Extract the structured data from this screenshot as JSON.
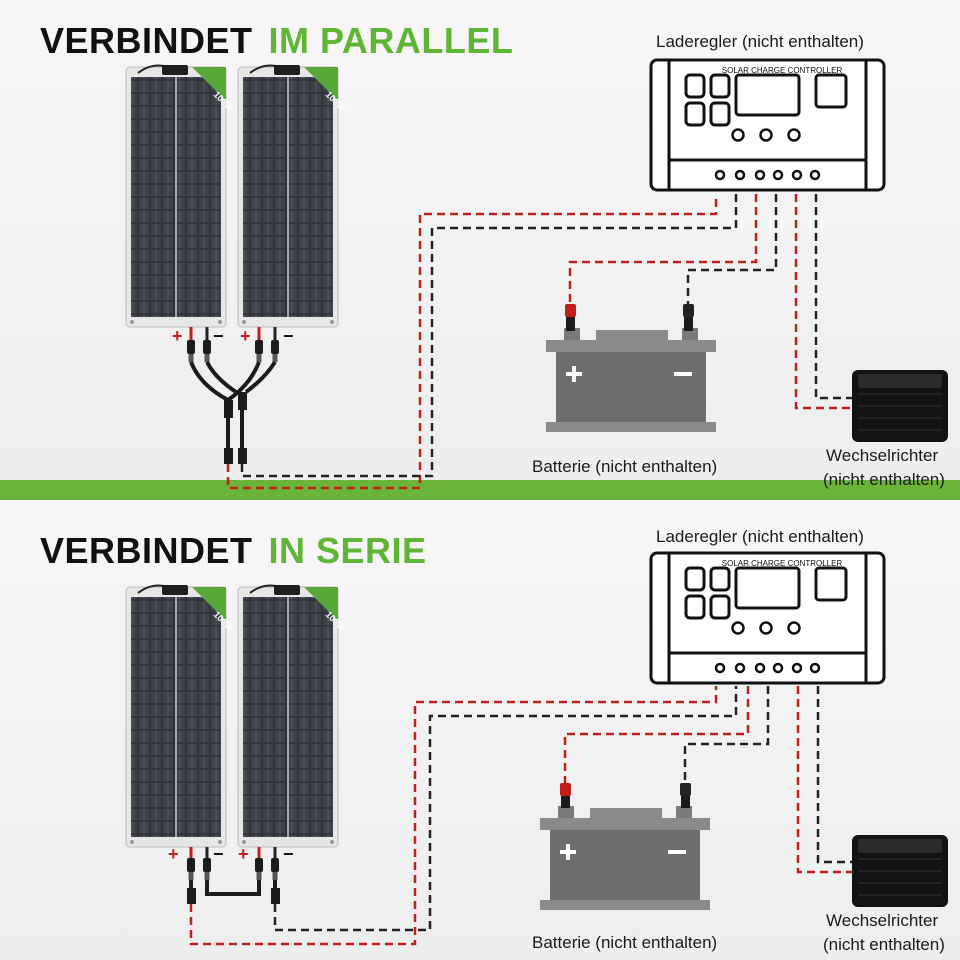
{
  "parallel": {
    "heading_black": "VERBINDET",
    "heading_green": "IM PARALLEL",
    "controller_label": "Laderegler (nicht enthalten)",
    "controller_panel_text": "SOLAR CHARGE CONTROLLER",
    "battery_label": "Batterie (nicht enthalten)",
    "inverter_label_line1": "Wechselrichter",
    "inverter_label_line2": "(nicht enthalten)",
    "panel_badge": "100W"
  },
  "series": {
    "heading_black": "VERBINDET",
    "heading_green": "IN SERIE",
    "controller_label": "Laderegler (nicht enthalten)",
    "controller_panel_text": "SOLAR CHARGE CONTROLLER",
    "battery_label": "Batterie (nicht enthalten)",
    "inverter_label_line1": "Wechselrichter",
    "inverter_label_line2": "(nicht enthalten)",
    "panel_badge": "100W"
  },
  "colors": {
    "accent_green": "#5fb536",
    "wire_positive": "#c0201c",
    "wire_negative": "#222222",
    "battery_gray": "#6e6e6e"
  }
}
